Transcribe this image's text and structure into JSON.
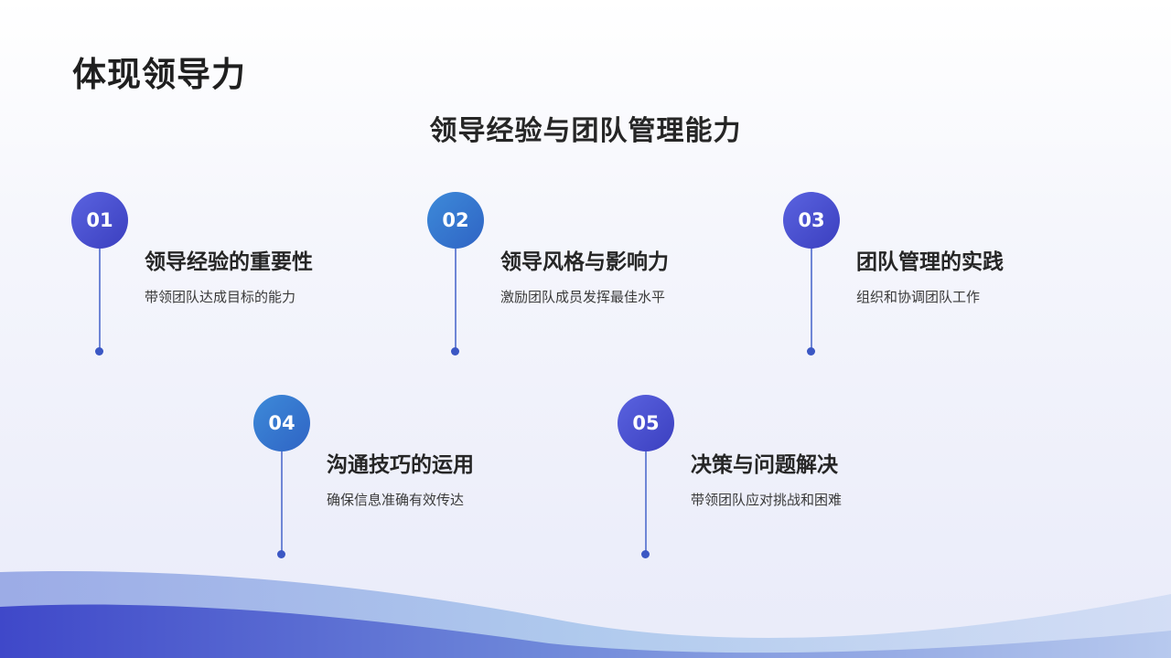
{
  "page": {
    "title": "体现领导力",
    "subtitle": "领导经验与团队管理能力"
  },
  "items": [
    {
      "number": "01",
      "title": "领导经验的重要性",
      "desc": "带领团队达成目标的能力",
      "badge_style": "purple"
    },
    {
      "number": "02",
      "title": "领导风格与影响力",
      "desc": "激励团队成员发挥最佳水平",
      "badge_style": "blue"
    },
    {
      "number": "03",
      "title": "团队管理的实践",
      "desc": "组织和协调团队工作",
      "badge_style": "purple"
    },
    {
      "number": "04",
      "title": "沟通技巧的运用",
      "desc": "确保信息准确有效传达",
      "badge_style": "blue"
    },
    {
      "number": "05",
      "title": "决策与问题解决",
      "desc": "带领团队应对挑战和困难",
      "badge_style": "purple"
    }
  ],
  "colors": {
    "purple_badge": "#4a4fd0",
    "blue_badge": "#3479cf",
    "connector_line": "#6f86d6",
    "dot": "#3b57c4",
    "wave_dark": "#3e4fc8",
    "wave_light": "#a9c6ec"
  }
}
